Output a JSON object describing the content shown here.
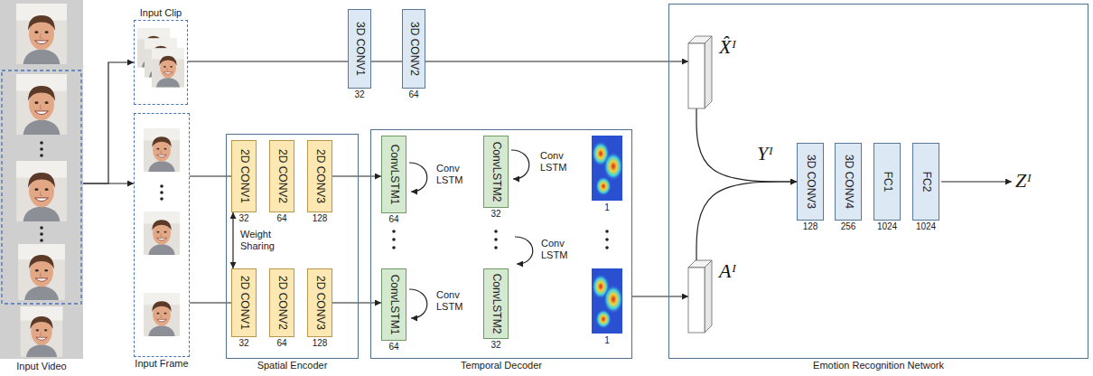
{
  "diagram": {
    "nodes": [
      {
        "text": [
          "Input Video"
        ]
      },
      {
        "text": [
          "Input Clip"
        ]
      },
      {
        "text": [
          "Input Frame"
        ]
      },
      {
        "text": [
          "3D CONV1",
          "32"
        ]
      },
      {
        "text": [
          "3D CONV2",
          "64"
        ]
      },
      {
        "text": [
          "Spatial Encoder"
        ]
      },
      {
        "text": [
          "2D CONV1",
          "32"
        ],
        "in": 5
      },
      {
        "text": [
          "2D CONV2",
          "64"
        ],
        "in": 5
      },
      {
        "text": [
          "2D CONV3",
          "128"
        ],
        "in": 5
      },
      {
        "text": [
          "2D CONV1",
          "32"
        ],
        "in": 5
      },
      {
        "text": [
          "2D CONV2",
          "64"
        ],
        "in": 5
      },
      {
        "text": [
          "2D CONV3",
          "128"
        ],
        "in": 5
      },
      {
        "text": [
          "Temporal Decoder"
        ]
      },
      {
        "text": [
          "ConvLSTM1",
          "64"
        ],
        "in": 12
      },
      {
        "text": [
          "ConvLSTM2",
          "32"
        ],
        "in": 12
      },
      {
        "text": [
          "ConvLSTM1",
          "64"
        ],
        "in": 12
      },
      {
        "text": [
          "ConvLSTM2",
          "32"
        ],
        "in": 12
      },
      {
        "text": [
          "Emotion Recognition Network"
        ]
      },
      {
        "text": [
          "X̂ᴵ"
        ],
        "in": 17
      },
      {
        "text": [
          "Aᴵ"
        ],
        "in": 17
      },
      {
        "text": [
          "3D CONV3",
          "128"
        ],
        "in": 17
      },
      {
        "text": [
          "3D CONV4",
          "256"
        ],
        "in": 17
      },
      {
        "text": [
          "FC1",
          "1024"
        ],
        "in": 17
      },
      {
        "text": [
          "FC2",
          "1024"
        ],
        "in": 17
      }
    ],
    "edges": [
      {
        "from": 0,
        "to": 1,
        "arrow": "to"
      },
      {
        "from": 0,
        "to": 2,
        "arrow": "to"
      },
      {
        "from": 1,
        "to": 3,
        "arrow": "none"
      },
      {
        "from": 3,
        "to": 4,
        "arrow": "none"
      },
      {
        "from": 4,
        "to": 18,
        "arrow": "to"
      },
      {
        "from": 2,
        "to": 6,
        "arrow": "none"
      },
      {
        "from": 2,
        "to": 9,
        "arrow": "none"
      },
      {
        "from": 8,
        "to": 13,
        "arrow": "to"
      },
      {
        "from": 11,
        "to": 15,
        "arrow": "to"
      },
      {
        "from": 12,
        "to": 19,
        "arrow": "to"
      },
      {
        "from": 18,
        "to": 20,
        "arrow": "to"
      },
      {
        "from": 19,
        "to": 20,
        "arrow": "to"
      },
      {
        "from": 6,
        "to": 9,
        "arrow": "both",
        "label": "Weight Sharing"
      }
    ],
    "labels": [
      "Yᴵ",
      "Zᴵ",
      "Conv LSTM",
      "Conv LSTM",
      "Conv LSTM",
      "Conv LSTM",
      "1",
      "1"
    ]
  }
}
